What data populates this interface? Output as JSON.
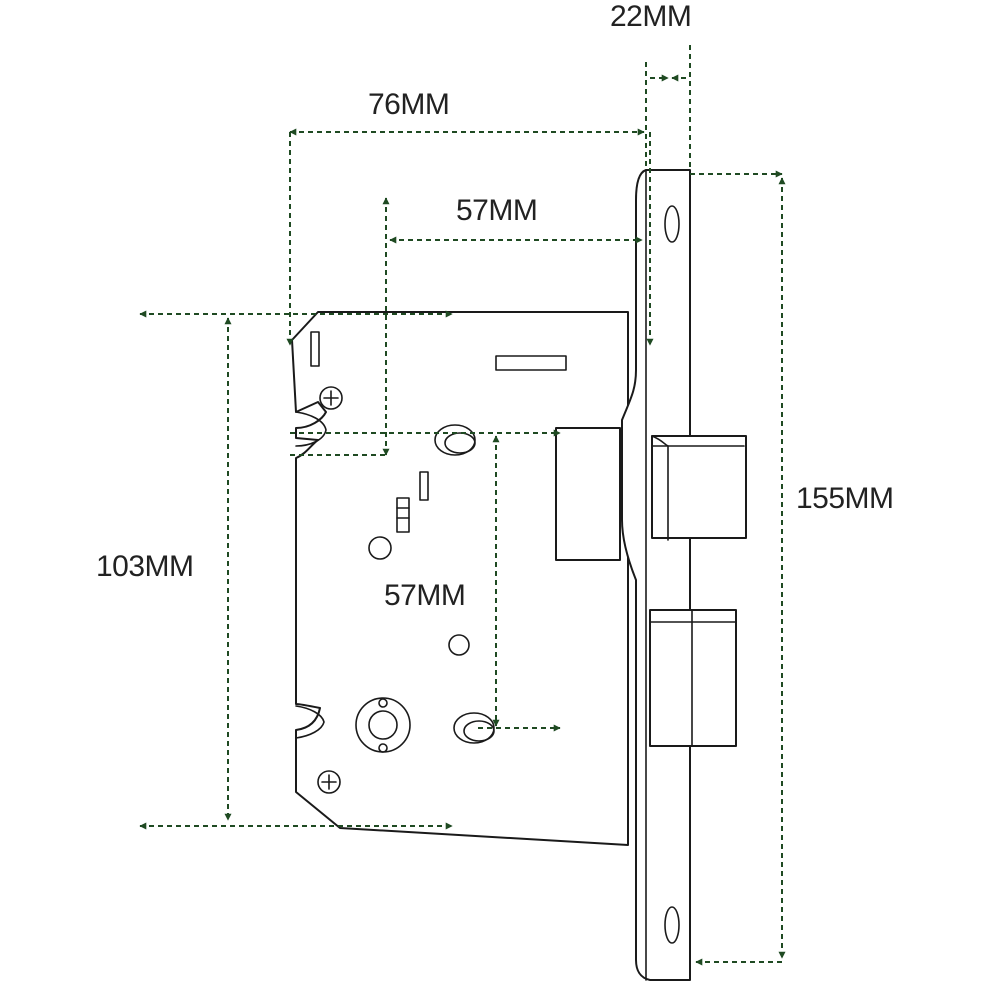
{
  "diagram": {
    "dimensions": {
      "faceplate_thickness": "22MM",
      "total_depth": "76MM",
      "backset": "57MM",
      "case_height": "103MM",
      "centre_distance": "57MM",
      "faceplate_height": "155MM"
    }
  }
}
